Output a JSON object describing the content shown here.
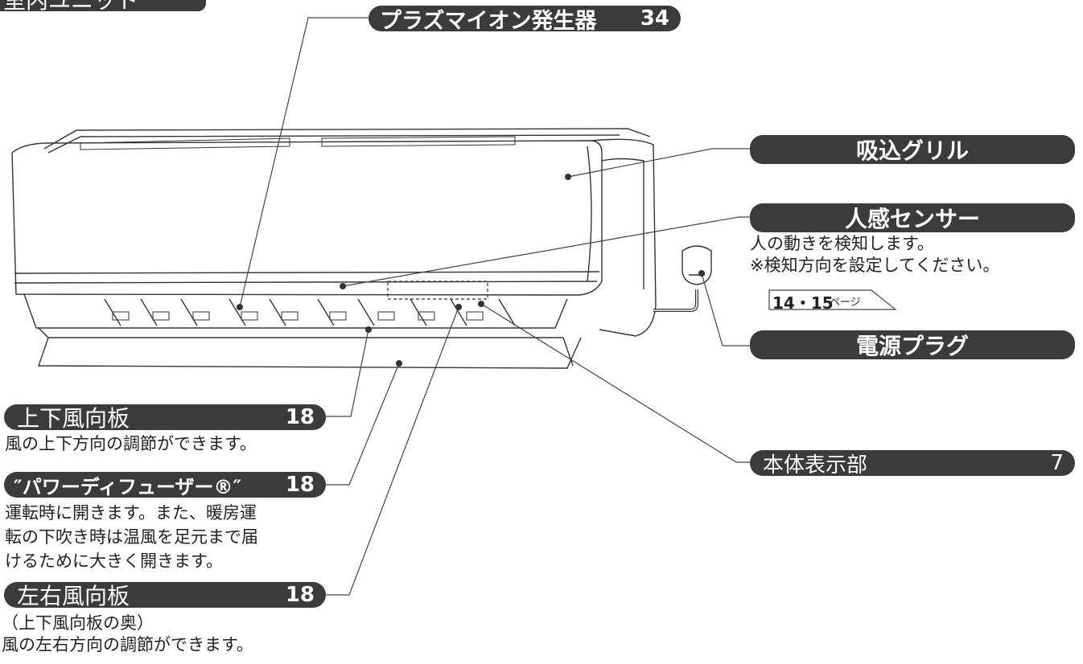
{
  "section_title": "室内ユニット",
  "callouts": {
    "plasma": {
      "label": "プラズマイオン発生器",
      "page": "34"
    },
    "intake": {
      "label": "吸込グリル"
    },
    "sensor": {
      "label": "人感センサー",
      "desc": [
        "人の動きを検知します。",
        "※検知方向を設定してください。"
      ],
      "ref": "14・15",
      "ref_unit": "ページ"
    },
    "plug": {
      "label": "電源プラグ"
    },
    "display": {
      "label": "本体表示部",
      "page": "7"
    },
    "vertical_vane": {
      "label": "上下風向板",
      "page": "18",
      "desc": [
        "風の上下方向の調節ができます。"
      ]
    },
    "diffuser": {
      "label": "″パワーディフューザー®″",
      "page": "18",
      "desc": [
        "運転時に開きます。また、暖房運",
        "転の下吹き時は温風を足元まで届",
        "けるために大きく開きます。"
      ]
    },
    "horizontal_vane": {
      "label": "左右風向板",
      "page": "18",
      "sub": "（上下風向板の奥）",
      "desc": [
        "風の左右方向の調節ができます。"
      ]
    }
  }
}
